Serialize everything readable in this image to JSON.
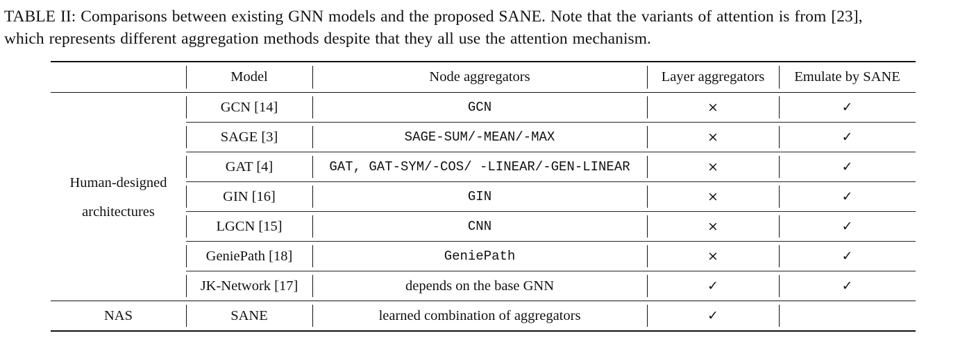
{
  "caption": {
    "line1": "TABLE II: Comparisons between existing GNN models and the proposed SANE. Note that the variants of attention is from [23],",
    "line2": "which represents different aggregation methods despite that they all use the attention mechanism."
  },
  "table": {
    "headers": [
      "",
      "Model",
      "Node aggregators",
      "Layer aggregators",
      "Emulate by SANE"
    ],
    "group_human": {
      "label_line1": "Human-designed",
      "label_line2": "architectures"
    },
    "rows": [
      {
        "model": "GCN [14]",
        "node_agg": "GCN",
        "mono": true,
        "layer_agg": "×",
        "emulate": "✓"
      },
      {
        "model": "SAGE [3]",
        "node_agg": "SAGE-SUM/-MEAN/-MAX",
        "mono": true,
        "layer_agg": "×",
        "emulate": "✓"
      },
      {
        "model": "GAT [4]",
        "node_agg": "GAT, GAT-SYM/-COS/ -LINEAR/-GEN-LINEAR",
        "mono": true,
        "layer_agg": "×",
        "emulate": "✓"
      },
      {
        "model": "GIN [16]",
        "node_agg": "GIN",
        "mono": true,
        "layer_agg": "×",
        "emulate": "✓"
      },
      {
        "model": "LGCN [15]",
        "node_agg": "CNN",
        "mono": true,
        "layer_agg": "×",
        "emulate": "✓"
      },
      {
        "model": "GeniePath [18]",
        "node_agg": "GeniePath",
        "mono": true,
        "layer_agg": "×",
        "emulate": "✓"
      },
      {
        "model": "JK-Network [17]",
        "node_agg": "depends on the base GNN",
        "mono": false,
        "layer_agg": "✓",
        "emulate": "✓"
      }
    ],
    "nas_row": {
      "group": "NAS",
      "model": "SANE",
      "node_agg": "learned combination of aggregators",
      "layer_agg": "✓",
      "emulate": ""
    }
  }
}
